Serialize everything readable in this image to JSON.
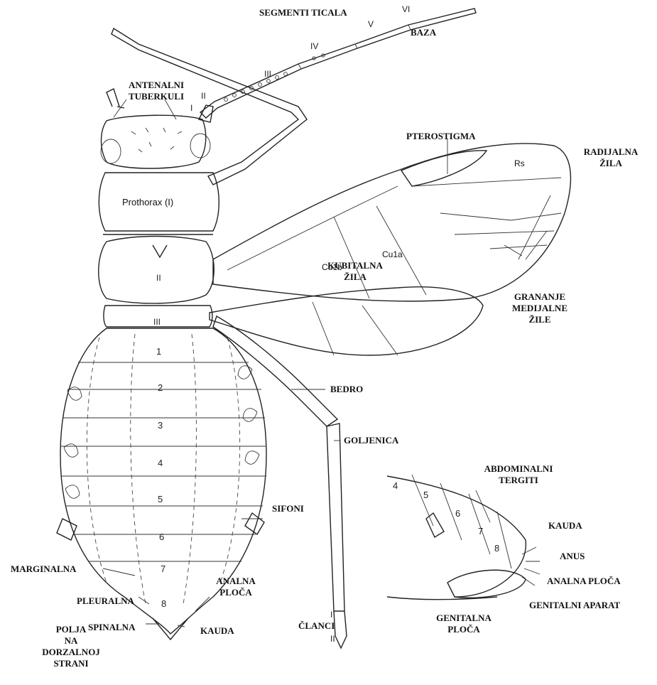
{
  "labels": {
    "segmenti_ticala": "SEGMENTI TICALA",
    "baza": "BAZA",
    "antenalni_1": "ANTENALNI",
    "antenalni_2": "TUBERKULI",
    "pterostigma": "PTEROSTIGMA",
    "radijalna_1": "RADIJALNA",
    "radijalna_2": "ŽILA",
    "prothorax": "Prothorax (I)",
    "kubitalna_1": "KUBITALNA",
    "kubitalna_2": "ŽILA",
    "cu1a": "Cu1a",
    "cu1b": "Cu1b",
    "rs": "Rs",
    "grananje_1": "GRANANJE",
    "grananje_2": "MEDIJALNE",
    "grananje_3": "ŽILE",
    "bedro": "BEDRO",
    "goljenica": "GOLJENICA",
    "abdominalni_1": "ABDOMINALNI",
    "abdominalni_2": "TERGITI",
    "kauda_right": "KAUDA",
    "anus": "ANUS",
    "analna_ploca_right": "ANALNA PLOČA",
    "genitalni_aparat": "GENITALNI APARAT",
    "genitalna_1": "GENITALNA",
    "genitalna_2": "PLOČA",
    "sifoni": "SIFONI",
    "marginalna": "MARGINALNA",
    "pleuralna": "PLEURALNA",
    "spinalna": "SPINALNA",
    "analna_1": "ANALNA",
    "analna_2": "PLOČA",
    "kauda_left": "KAUDA",
    "clanci": "ČLANCI",
    "polja_1": "POLJA",
    "polja_2": "NA",
    "polja_3": "DORZALNOJ",
    "polja_4": "STRANI"
  },
  "antenna_segments": [
    "I",
    "II",
    "III",
    "IV",
    "V",
    "VI"
  ],
  "thorax_segments": [
    "II",
    "III"
  ],
  "abdominal_segments": [
    "1",
    "2",
    "3",
    "4",
    "5",
    "6",
    "7",
    "8"
  ],
  "detail_tergites": [
    "4",
    "5",
    "6",
    "7",
    "8"
  ],
  "tarsal_segments": [
    "I",
    "II"
  ]
}
